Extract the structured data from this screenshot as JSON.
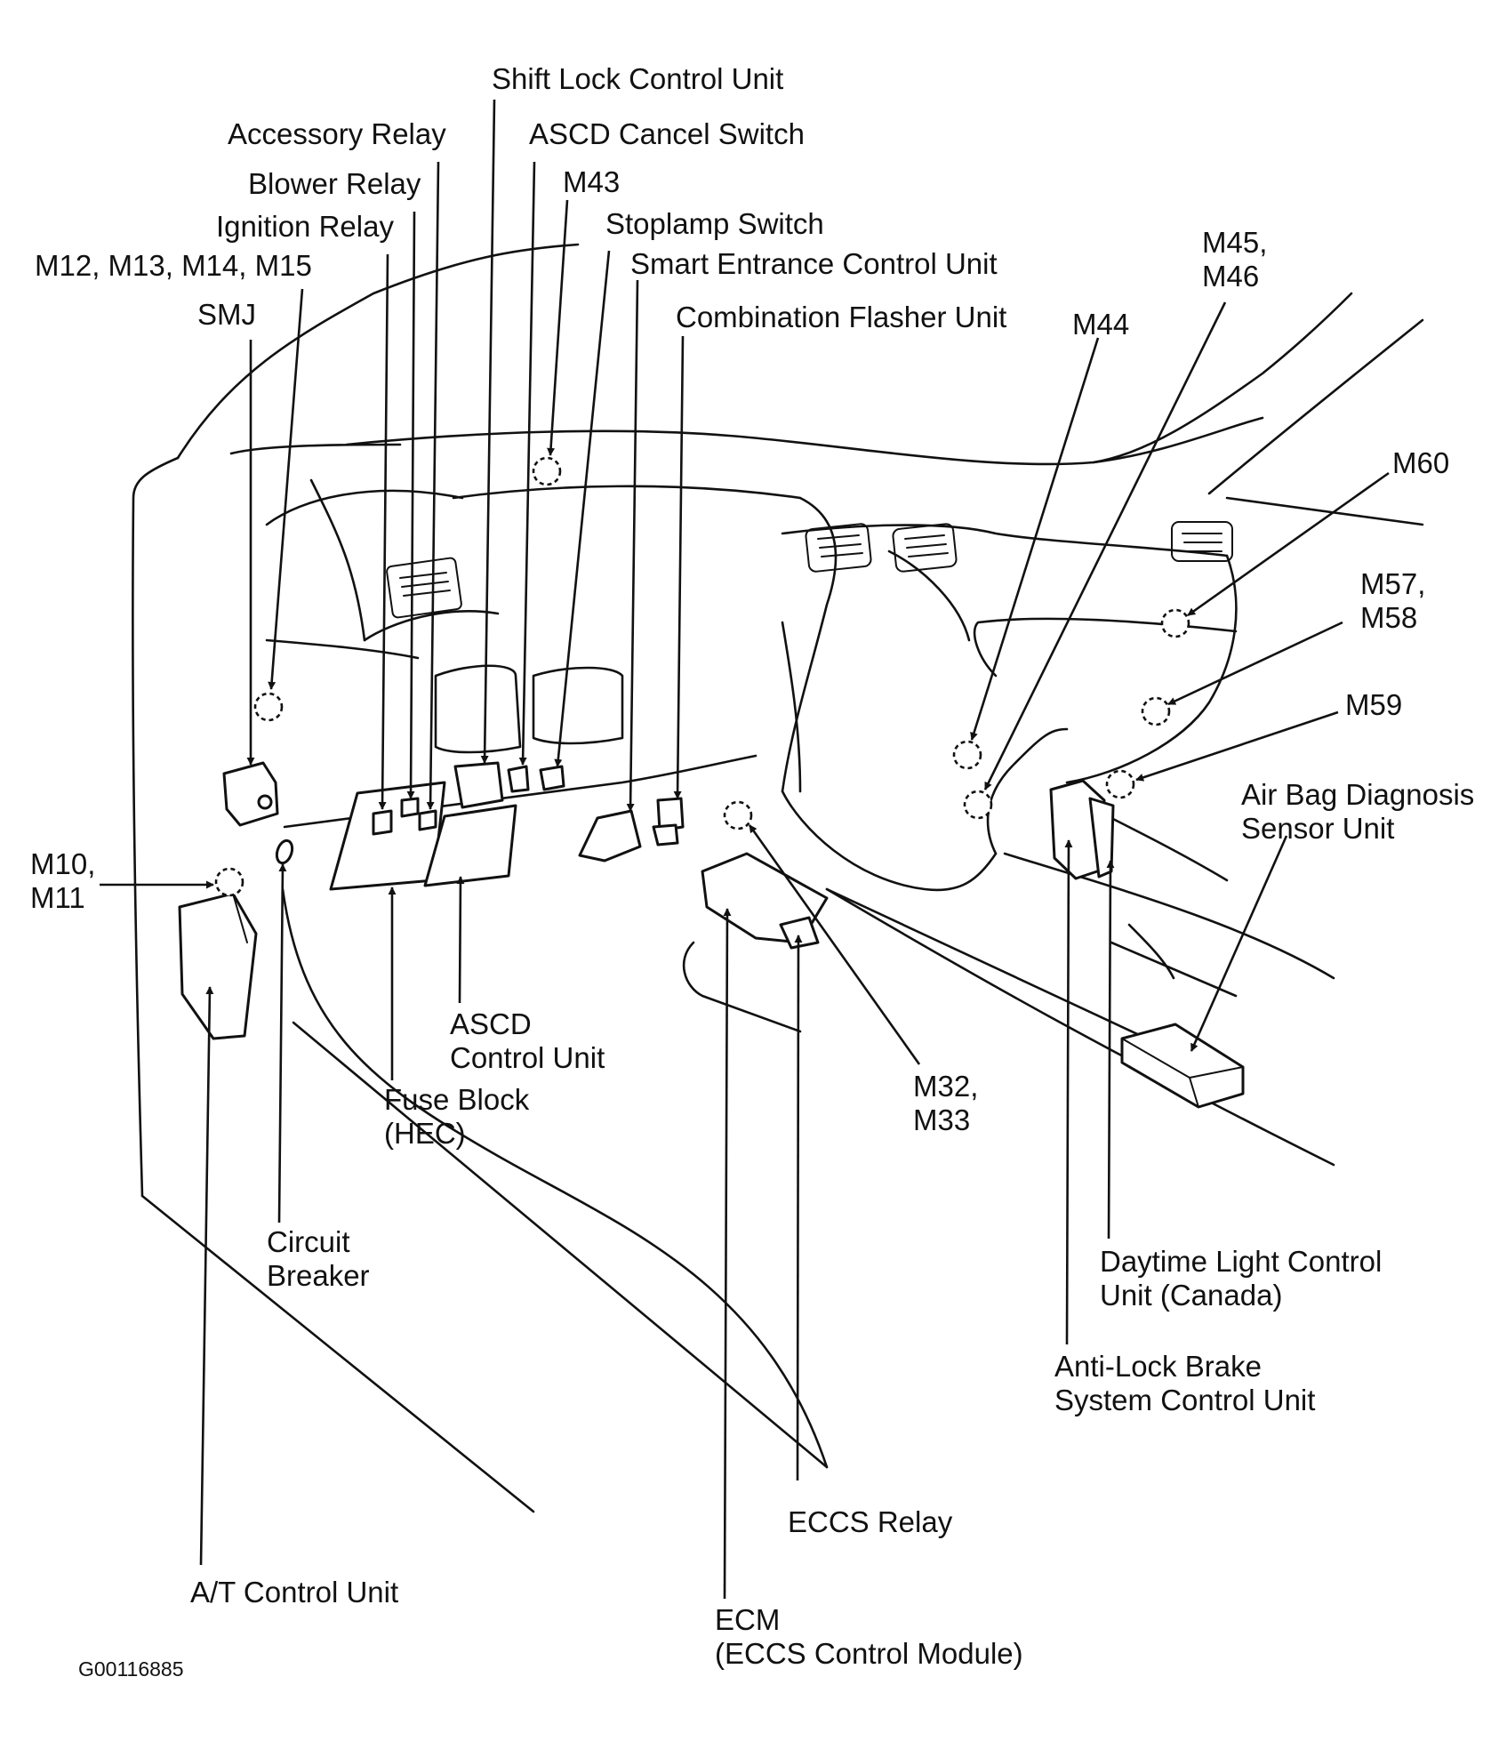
{
  "figure_id": "G00116885",
  "labels": {
    "shift_lock": "Shift Lock Control Unit",
    "accessory_relay": "Accessory Relay",
    "ascd_cancel": "ASCD Cancel Switch",
    "blower_relay": "Blower Relay",
    "m43": "M43",
    "ignition_relay": "Ignition Relay",
    "stoplamp": "Stoplamp Switch",
    "m12_15": "M12, M13, M14, M15",
    "smart_entrance": "Smart Entrance Control Unit",
    "m45_46": [
      "M45,",
      "M46"
    ],
    "smj": "SMJ",
    "combination_flasher": "Combination Flasher Unit",
    "m44": "M44",
    "m60": "M60",
    "m57_58": [
      "M57,",
      "M58"
    ],
    "m59": "M59",
    "air_bag": [
      "Air Bag Diagnosis",
      "Sensor Unit"
    ],
    "m10_11": [
      "M10,",
      "M11"
    ],
    "ascd_control": [
      "ASCD",
      "Control Unit"
    ],
    "fuse_block": [
      "Fuse Block",
      "(HEC)"
    ],
    "m32_33": [
      "M32,",
      "M33"
    ],
    "circuit_breaker": [
      "Circuit",
      "Breaker"
    ],
    "daytime_light": [
      "Daytime Light Control",
      "Unit (Canada)"
    ],
    "abs": [
      "Anti-Lock Brake",
      "System Control Unit"
    ],
    "eccs_relay": "ECCS Relay",
    "at_control": "A/T Control Unit",
    "ecm": [
      "ECM",
      "(ECCS Control Module)"
    ]
  }
}
